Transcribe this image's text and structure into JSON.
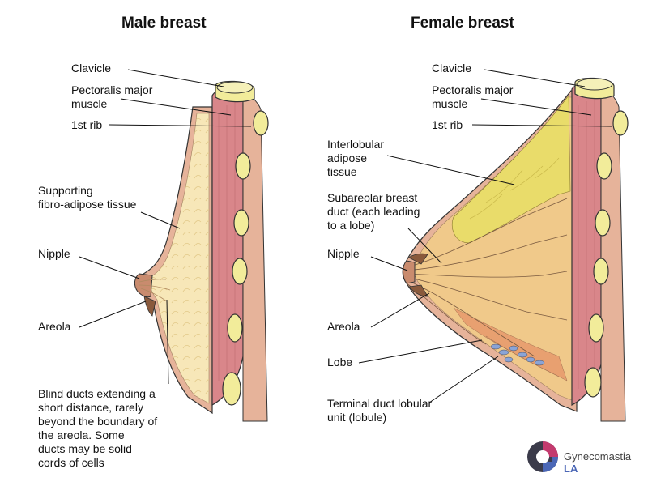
{
  "titles": {
    "male": "Male breast",
    "female": "Female breast"
  },
  "male_labels": {
    "clavicle": "Clavicle",
    "pectoralis": "Pectoralis major\nmuscle",
    "rib": "1st rib",
    "supporting": "Supporting\nfibro-adipose tissue",
    "nipple": "Nipple",
    "areola": "Areola",
    "blind_ducts": "Blind ducts extending a\nshort distance, rarely\nbeyond the boundary of\nthe areola.  Some\nducts may be solid\ncords of cells"
  },
  "female_labels": {
    "clavicle": "Clavicle",
    "pectoralis": "Pectoralis major\nmuscle",
    "rib": "1st rib",
    "interlobular": "Interlobular\nadipose\ntissue",
    "subareolar": "Subareolar breast\nduct (each leading\nto a lobe)",
    "nipple": "Nipple",
    "areola": "Areola",
    "lobe": "Lobe",
    "terminal": "Terminal duct lobular\nunit (lobule)"
  },
  "logo": {
    "name": "Gynecomastia",
    "suffix": "LA"
  },
  "colors": {
    "muscle": "#d9868a",
    "skin": "#e6b39a",
    "fat_male": "#f7e7b8",
    "fat_female": "#e9dc6a",
    "gland": "#f0c98a",
    "bone": "#f2ec9a",
    "logo_accent": "#4b67b6"
  }
}
